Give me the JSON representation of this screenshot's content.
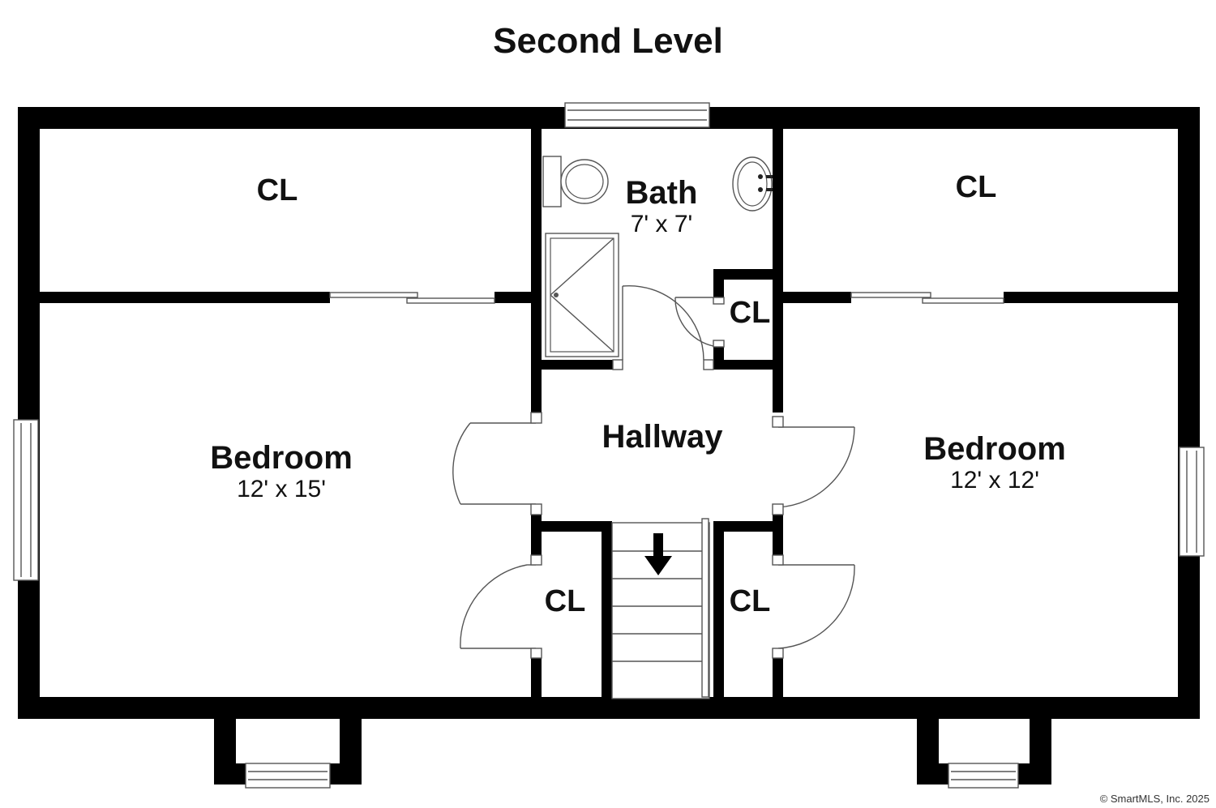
{
  "title": "Second Level",
  "rooms": {
    "cl_top_left": "CL",
    "bath": {
      "name": "Bath",
      "dims": "7' x 7'"
    },
    "cl_top_right": "CL",
    "cl_bath": "CL",
    "bedroom_left": {
      "name": "Bedroom",
      "dims": "12' x 15'"
    },
    "hallway": "Hallway",
    "bedroom_right": {
      "name": "Bedroom",
      "dims": "12' x 12'"
    },
    "cl_bottom_left": "CL",
    "cl_bottom_right": "CL"
  },
  "stairs": {
    "direction": "down",
    "icon": "arrow-down-icon"
  },
  "copyright": "© SmartMLS, Inc.  2025"
}
